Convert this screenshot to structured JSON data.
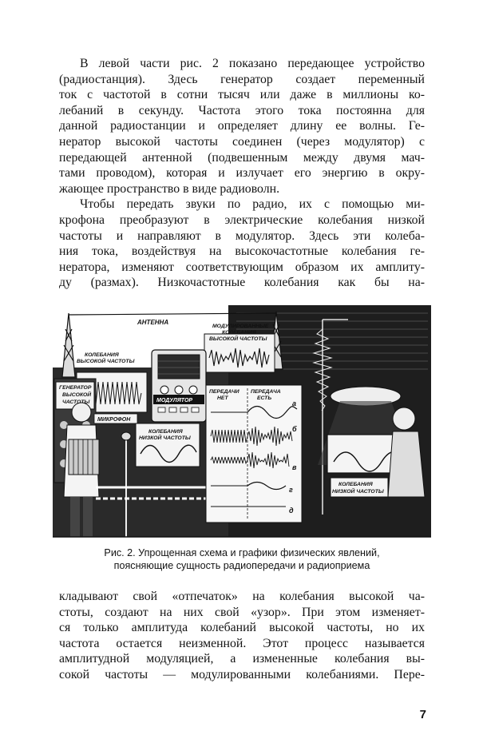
{
  "top_text": [
    "В левой части рис. 2 показано передающее устрой­ство",
    "(радиостанция). Здесь генератор создает переменный",
    "ток с частотой в сотни тысяч или даже в миллионы ко-",
    "лебаний в секунду. Частота этого тока постоянна для",
    "данной радиостанции и определяет длину ее волны. Ге-",
    "нератор высокой частоты соединен (через модулятор) с",
    "передающей антенной (подвешенным между двумя мач-",
    "тами проводом), которая и излучает его энергию в окру-",
    "жающее пространство в виде радиоволн.",
    "Чтобы передать звуки по радио, их с помощью ми-",
    "крофона преобразуют в электрические колебания низкой",
    "частоты и направляют в модулятор. Здесь эти колеба-",
    "ния тока, воздействуя на высокочастотные колебания ге-",
    "нератора, изменяют соответствующим образом их амплиту-",
    "ду (размах). Низкочастотные колебания как бы на-"
  ],
  "figure": {
    "labels": {
      "antenna": "АНТЕННА",
      "modulated_1": "МОДУЛИРОВАННЫЕ",
      "modulated_2": "КОЛЕБАНИЯ",
      "modulated_3": "ВЫСОКОЙ ЧАСТОТЫ",
      "hf_osc_1": "КОЛЕБАНИЯ",
      "hf_osc_2": "ВЫСОКОЙ ЧАСТОТЫ",
      "generator_1": "ГЕНЕРАТОР",
      "generator_2": "ВЫСОКОЙ",
      "generator_3": "ЧАСТОТЫ",
      "modulator": "МОДУЛЯТОР",
      "microphone": "МИКРОФОН",
      "lf_osc_1": "КОЛЕБАНИЯ",
      "lf_osc_2": "НИЗКОЙ ЧАСТОТЫ",
      "no_tx_1": "ПЕРЕДАЧИ",
      "no_tx_2": "НЕТ",
      "tx_1": "ПЕРЕДАЧА",
      "tx_2": "ЕСТЬ",
      "rx_lf_1": "КОЛЕБАНИЯ",
      "rx_lf_2": "НИЗКОЙ ЧАСТОТЫ",
      "graph_a": "а",
      "graph_b": "б",
      "graph_v": "в",
      "graph_g": "г",
      "graph_d": "д"
    }
  },
  "caption": {
    "line1": "Рис. 2. Упрощенная схема и графики физических явлений,",
    "line2": "поясняющие сущность радиопередачи и радиоприема"
  },
  "bottom_text": [
    "кладывают свой «отпечаток» на колебания высокой ча-",
    "стоты, создают на них свой «узор». При этом изменяет-",
    "ся только амплитуда колебаний высокой частоты, но их",
    "частота остается неизменной. Этот процесс называется",
    "амплитудной модуляцией, а измененные колебания вы-",
    "сокой частоты — модулированными колебаниями. Пере-"
  ],
  "page_number": "7"
}
